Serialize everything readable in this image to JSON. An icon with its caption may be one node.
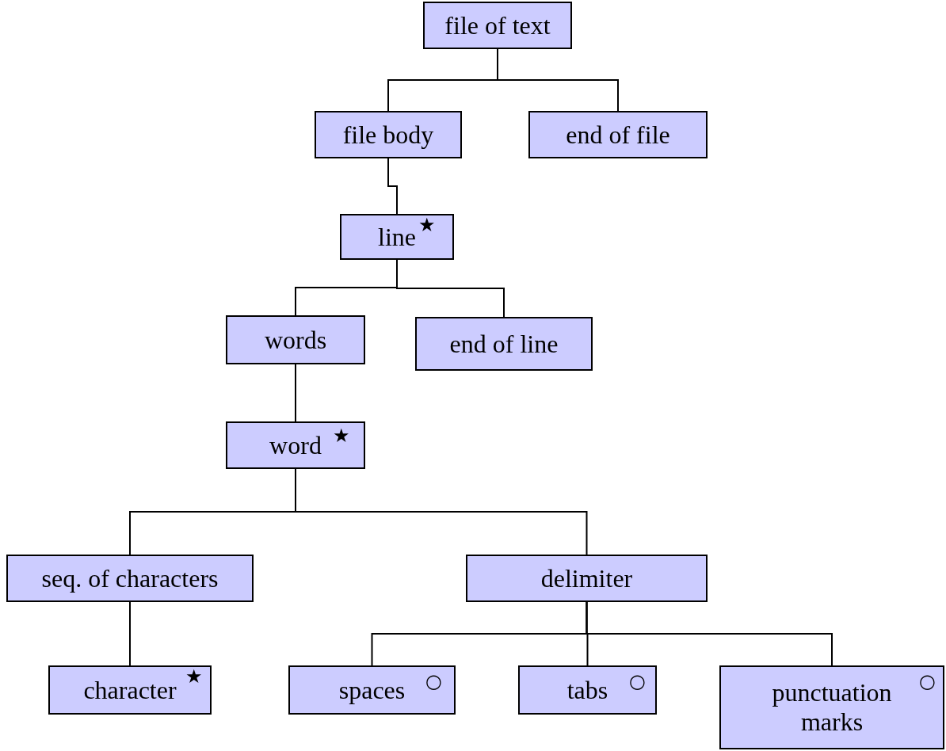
{
  "diagram": {
    "nodes": [
      {
        "text": [
          "file of text"
        ]
      },
      {
        "text": [
          "file body"
        ]
      },
      {
        "text": [
          "end of file"
        ]
      },
      {
        "text": [
          "line",
          "★"
        ]
      },
      {
        "text": [
          "words"
        ]
      },
      {
        "text": [
          "end of line"
        ]
      },
      {
        "text": [
          "word",
          "★"
        ]
      },
      {
        "text": [
          "seq. of characters"
        ]
      },
      {
        "text": [
          "delimiter"
        ]
      },
      {
        "text": [
          "character",
          "★"
        ]
      },
      {
        "text": [
          "spaces",
          "○"
        ]
      },
      {
        "text": [
          "tabs",
          "○"
        ]
      },
      {
        "text": [
          "punctuation marks",
          "○"
        ]
      }
    ],
    "edges": [
      {
        "from": 0,
        "to": 1,
        "arrow": "none"
      },
      {
        "from": 0,
        "to": 2,
        "arrow": "none"
      },
      {
        "from": 1,
        "to": 3,
        "arrow": "none"
      },
      {
        "from": 3,
        "to": 4,
        "arrow": "none"
      },
      {
        "from": 3,
        "to": 5,
        "arrow": "none"
      },
      {
        "from": 4,
        "to": 6,
        "arrow": "none"
      },
      {
        "from": 6,
        "to": 7,
        "arrow": "none"
      },
      {
        "from": 6,
        "to": 8,
        "arrow": "none"
      },
      {
        "from": 7,
        "to": 9,
        "arrow": "none"
      },
      {
        "from": 8,
        "to": 10,
        "arrow": "none"
      },
      {
        "from": 8,
        "to": 11,
        "arrow": "none"
      },
      {
        "from": 8,
        "to": 12,
        "arrow": "none"
      }
    ]
  }
}
